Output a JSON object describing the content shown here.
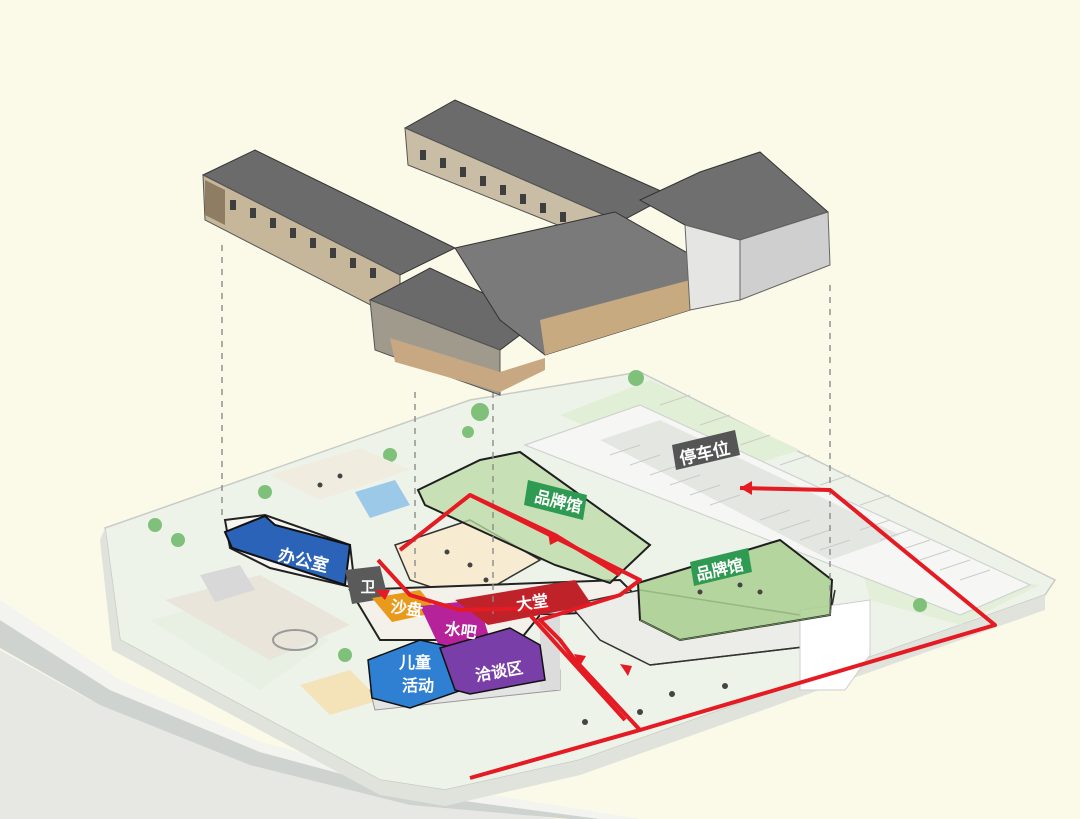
{
  "diagram": {
    "labels": {
      "parking": "停车位",
      "brand_hall_1": "品牌馆",
      "brand_hall_2": "品牌馆",
      "office": "办公室",
      "restroom": "卫",
      "sand_table": "沙盘",
      "water_bar": "水吧",
      "lobby": "大堂",
      "kids_line1": "儿童",
      "kids_line2": "活动",
      "negotiation": "洽谈区"
    },
    "colors": {
      "parking": "#555555",
      "brand_hall": "#2f9a52",
      "office": "#2a63b8",
      "restroom": "#5a5a5a",
      "sand_table": "#e99a1c",
      "water_bar": "#b6229a",
      "lobby": "#c0222a",
      "kids": "#2f7fd2",
      "negotiation": "#7a3ea8",
      "route": "#e51b24",
      "background": "#fbf9e8"
    }
  }
}
